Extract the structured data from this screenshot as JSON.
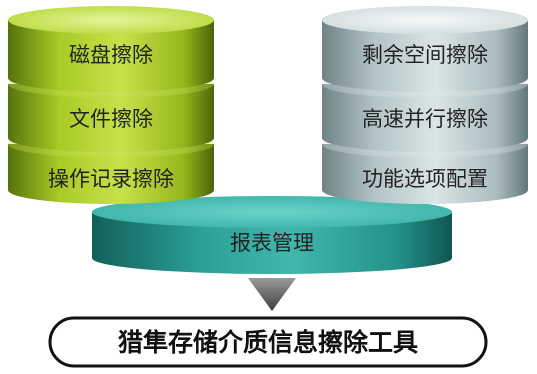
{
  "left_stack": {
    "items": [
      "磁盘擦除",
      "文件擦除",
      "操作记录擦除"
    ],
    "color_top": "#d4ec6e",
    "color_body": "#9cbf1e",
    "color_dark": "#4f6a08"
  },
  "right_stack": {
    "items": [
      "剩余空间擦除",
      "高速并行擦除",
      "功能选项配置"
    ],
    "color_top": "#eef3f4",
    "color_body": "#b4c5c8",
    "color_dark": "#6e8286"
  },
  "base_disc": {
    "label": "报表管理",
    "color_top": "#4ac2b9",
    "color_body": "#2a9d94",
    "color_dark": "#15625c"
  },
  "arrow": {
    "color": "#707070"
  },
  "product": {
    "label": "猎隼存储介质信息擦除工具"
  }
}
